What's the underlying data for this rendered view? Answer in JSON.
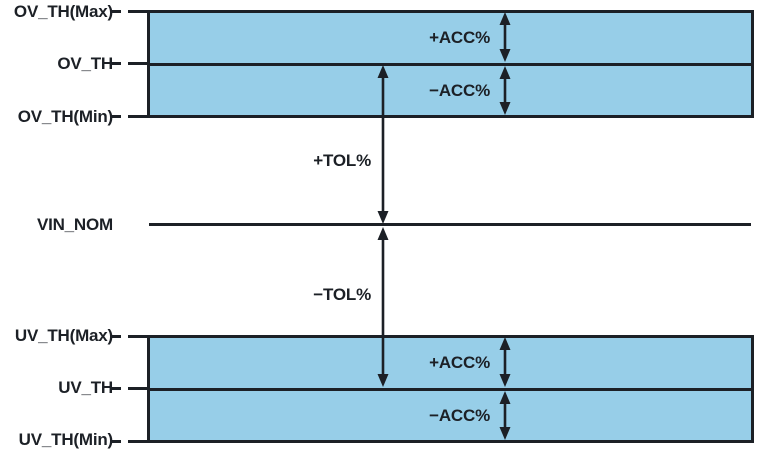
{
  "colors": {
    "band_fill": "#97CEE8",
    "line_ink": "#1C2026",
    "background": "#FFFFFF"
  },
  "left_labels": {
    "ov_th_max": "OV_TH(Max)",
    "ov_th": "OV_TH",
    "ov_th_min": "OV_TH(Min)",
    "vin_nom": "VIN_NOM",
    "uv_th_max": "UV_TH(Max)",
    "uv_th": "UV_TH",
    "uv_th_min": "UV_TH(Min)"
  },
  "annotations": {
    "tol_plus": "+TOL%",
    "tol_minus": "−TOL%",
    "ov_acc_plus": "+ACC%",
    "ov_acc_minus": "−ACC%",
    "uv_acc_plus": "+ACC%",
    "uv_acc_minus": "−ACC%"
  }
}
